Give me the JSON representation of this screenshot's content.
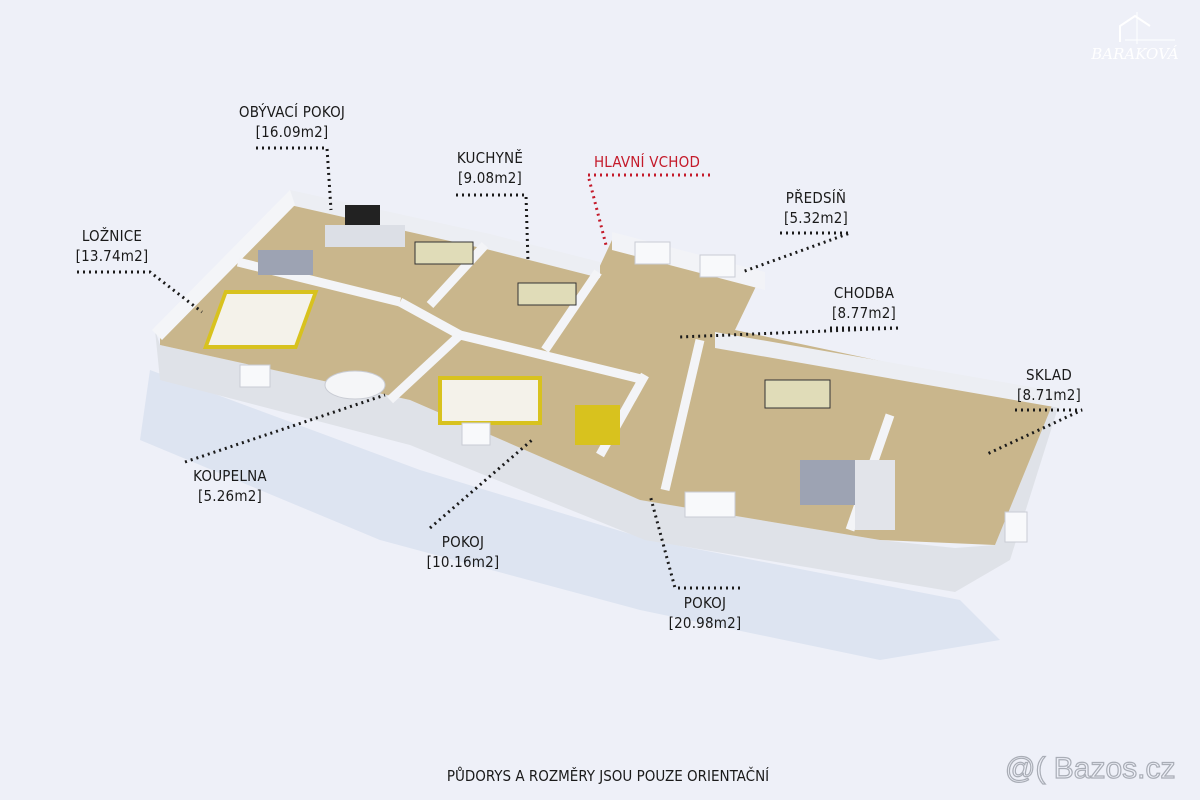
{
  "rooms": [
    {
      "name": "OBÝVACÍ POKOJ",
      "area": "[16.09m2]"
    },
    {
      "name": "LOŽNICE",
      "area": "[13.74m2]"
    },
    {
      "name": "KUCHYNĚ",
      "area": "[9.08m2]"
    },
    {
      "name": "PŘEDSÍŇ",
      "area": "[5.32m2]"
    },
    {
      "name": "CHODBA",
      "area": "[8.77m2]"
    },
    {
      "name": "SKLAD",
      "area": "[8.71m2]"
    },
    {
      "name": "KOUPELNA",
      "area": "[5.26m2]"
    },
    {
      "name": "POKOJ",
      "area": "[10.16m2]"
    },
    {
      "name": "POKOJ",
      "area": "[20.98m2]"
    }
  ],
  "entrance": {
    "label": "HLAVNÍ VCHOD",
    "color": "#c41a2a"
  },
  "footer": "PŮDORYS A ROZMĚRY JSOU POUZE ORIENTAČNÍ",
  "logo": {
    "text": "BARAKOVÁ"
  },
  "watermark": "@( Bazos.cz",
  "colors": {
    "background": "#eef0f8",
    "floor": "#c9b68c",
    "walls": "#e4e6ec",
    "furniture_accent": "#d8c21e"
  }
}
